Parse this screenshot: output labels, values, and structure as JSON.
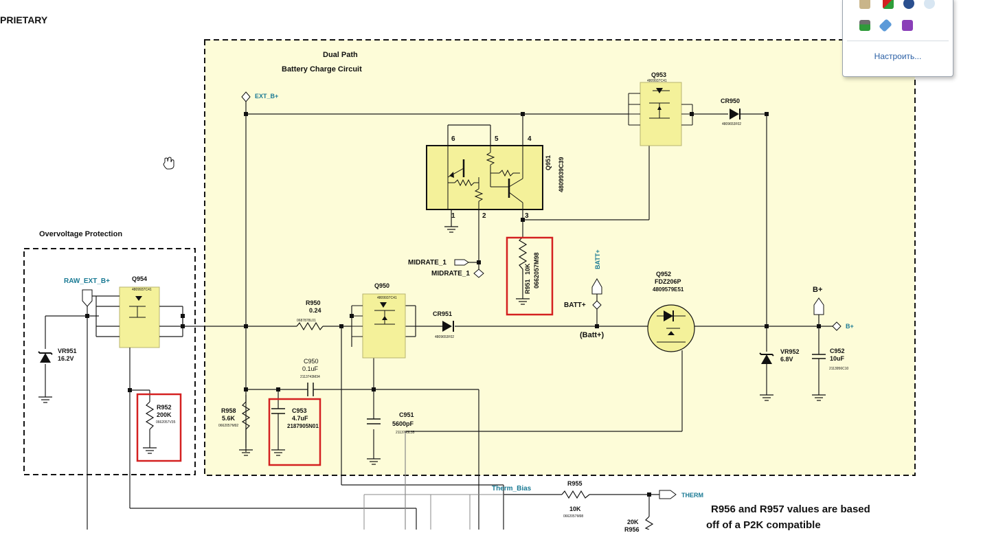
{
  "header": {
    "partial_title": "PRIETARY"
  },
  "blocks": {
    "dual_path_title_1": "Dual Path",
    "dual_path_title_2": "Battery Charge Circuit",
    "overvoltage_title": "Overvoltage Protection"
  },
  "nets": {
    "ext_b_plus": "EXT_B+",
    "raw_ext_b_plus": "RAW_EXT_B+",
    "batt_plus_vertical": "BATT+",
    "batt_plus": "BATT+",
    "batt_paren": "(Batt+)",
    "b_plus_label": "B+",
    "b_plus_net": "B+",
    "midrate_1a": "MIDRATE_1",
    "midrate_1b": "MIDRATE_1",
    "therm_bias": "Therm_Bias",
    "therm": "THERM"
  },
  "components": {
    "q951": {
      "ref": "Q951",
      "part": "4809939C39",
      "pins": [
        "6",
        "5",
        "4",
        "1",
        "2",
        "3"
      ]
    },
    "q953": {
      "ref": "Q953",
      "part": "4809937C41"
    },
    "cr950": {
      "ref": "CR950",
      "part": "4809653F02"
    },
    "r951": {
      "ref": "R951",
      "value": "10K",
      "part": "0662057M98"
    },
    "q954": {
      "ref": "Q954",
      "part": "4809937C41"
    },
    "q950": {
      "ref": "Q950",
      "part": "4809937C41"
    },
    "r950": {
      "ref": "R950",
      "value": "0.24",
      "part": "0687878L01"
    },
    "cr951": {
      "ref": "CR951",
      "part": "4809653F02"
    },
    "q952": {
      "ref": "Q952",
      "value": "FDZ206P",
      "part": "4809579E51"
    },
    "vr951": {
      "ref": "VR951",
      "value": "16.2V"
    },
    "vr952": {
      "ref": "VR952",
      "value": "6.8V"
    },
    "c952": {
      "ref": "C952",
      "value": "10uF",
      "part": "2113956C10"
    },
    "c950": {
      "ref": "C950",
      "value": "0.1uF",
      "part": "2113743M34"
    },
    "r952": {
      "ref": "R952",
      "value": "200K",
      "part": "0662057V35"
    },
    "r958": {
      "ref": "R958",
      "value": "5.6K",
      "part": "0662057M92"
    },
    "c953": {
      "ref": "C953",
      "value": "4.7uF",
      "part": "2187905N01"
    },
    "c951": {
      "ref": "C951",
      "value": "5600pF",
      "part": "2113743L35"
    },
    "r955": {
      "ref": "R955",
      "value": "10K",
      "part": "0662057M98"
    },
    "r956": {
      "ref": "R956",
      "value": "20K"
    }
  },
  "notes": {
    "line1": "R956 and R957 values are based",
    "line2": "off of a P2K compatible"
  },
  "tray_popup": {
    "customize_link": "Настроить...",
    "icons": [
      "network-icon",
      "adobe-icon",
      "info-icon",
      "water-drop-icon",
      "security-shield-icon",
      "usb-device-icon",
      "media-player-icon"
    ]
  },
  "colors": {
    "block_fill": "#fdfcd8",
    "component_fill": "#f4f19a",
    "highlight_box": "#d42020",
    "net_label": "#1a7a94",
    "wire": "#1a1a1a",
    "thin_wire": "#8a8a8a"
  }
}
